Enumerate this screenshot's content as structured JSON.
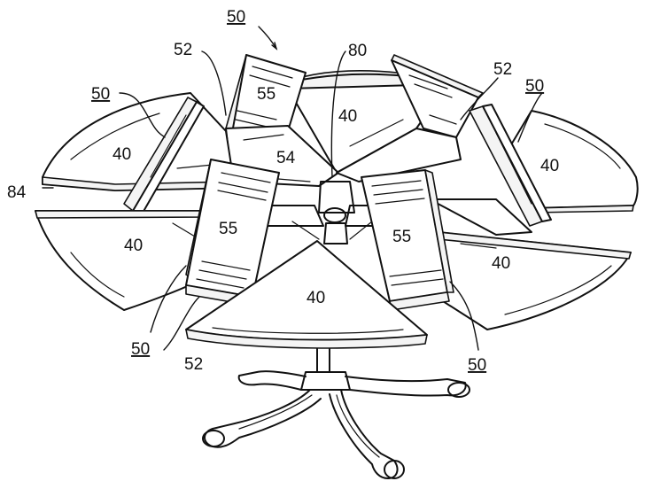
{
  "labels": {
    "l50_top": "50",
    "l50_left": "50",
    "l50_right": "50",
    "l50_bottom_left": "50",
    "l50_bottom_right": "50",
    "l52_top": "52",
    "l52_right": "52",
    "l52_bottom": "52",
    "l80": "80",
    "l84": "84",
    "l54": "54",
    "l55_top": "55",
    "l55_left": "55",
    "l55_right": "55",
    "l40_center": "40",
    "l40_left_top": "40",
    "l40_right_top": "40",
    "l40_left": "40",
    "l40_right": "40",
    "l40_front": "40"
  }
}
